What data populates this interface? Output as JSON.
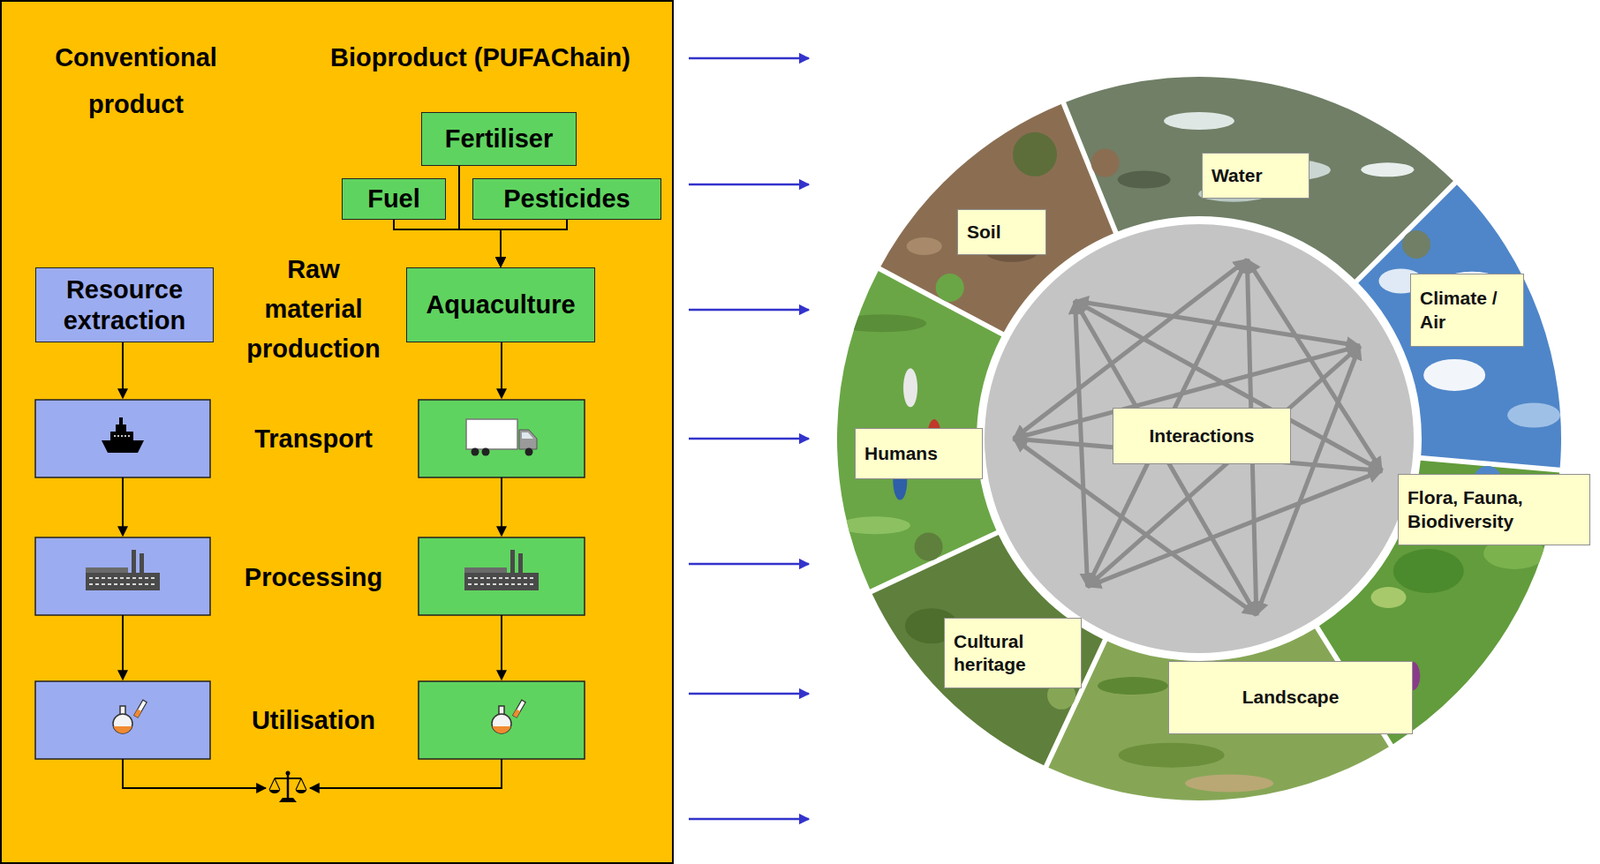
{
  "diagram": {
    "nodes": [
      {
        "text": [
          "Conventional product",
          "Bioproduct (PUFAChain)",
          "Raw material production",
          "Transport",
          "Processing",
          "Utilisation"
        ]
      },
      {
        "text": [
          "Fertiliser"
        ],
        "in": 0
      },
      {
        "text": [
          "Fuel"
        ],
        "in": 0
      },
      {
        "text": [
          "Pesticides"
        ],
        "in": 0
      },
      {
        "text": [
          "Resource extraction"
        ],
        "in": 0
      },
      {
        "text": [
          "Aquaculture"
        ],
        "in": 0
      },
      {
        "text": [
          "Water"
        ]
      },
      {
        "text": [
          "Soil"
        ]
      },
      {
        "text": [
          "Climate / Air"
        ]
      },
      {
        "text": [
          "Interactions"
        ]
      },
      {
        "text": [
          "Humans"
        ]
      },
      {
        "text": [
          "Flora, Fauna, Biodiversity"
        ]
      },
      {
        "text": [
          "Cultural heritage"
        ]
      },
      {
        "text": [
          "Landscape"
        ]
      }
    ],
    "edges": [
      {
        "from": 1,
        "to": 5,
        "arrow": "to"
      },
      {
        "from": 2,
        "to": 5,
        "arrow": "to"
      },
      {
        "from": 3,
        "to": 5,
        "arrow": "to"
      }
    ]
  }
}
